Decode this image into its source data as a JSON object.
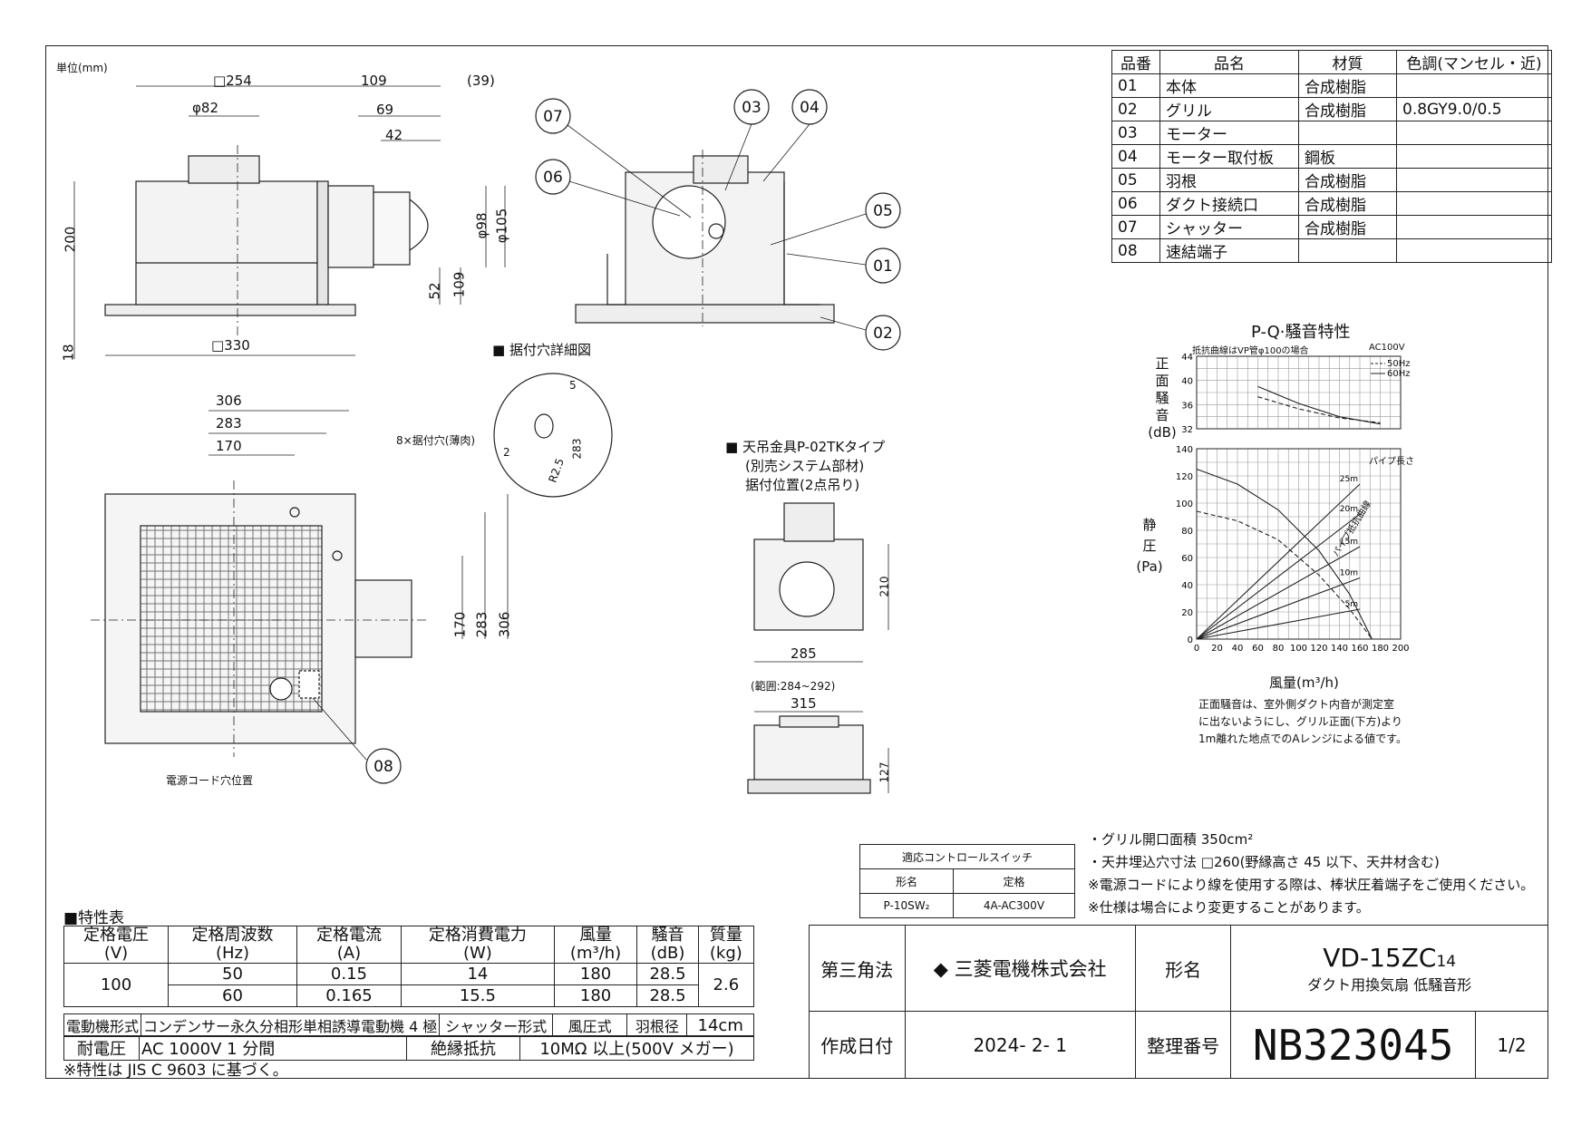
{
  "unit_label": "単位(mm)",
  "dims": {
    "top_254": "□254",
    "top_109": "109",
    "top_39": "(39)",
    "phi82": "φ82",
    "d69": "69",
    "d42": "42",
    "h200": "200",
    "phi98": "φ98",
    "phi105": "φ105",
    "d52": "52",
    "d109v": "109",
    "h18": "18",
    "sq330": "□330",
    "p306": "306",
    "p283": "283",
    "p170": "170",
    "holes": "8×据付穴(薄肉)",
    "v170": "170",
    "v283": "283",
    "v306": "306",
    "cord": "電源コード穴位置"
  },
  "callouts": [
    "07",
    "03",
    "04",
    "06",
    "05",
    "01",
    "02",
    "08"
  ],
  "detail": {
    "heading": "■ 据付穴詳細図",
    "d5": "5",
    "d2": "2",
    "d283": "283",
    "r25": "R2.5"
  },
  "hanger": {
    "l1": "■ 天吊金具P-02TKタイプ",
    "l2": "(別売システム部材)",
    "l3": "据付位置(2点吊り)",
    "d210": "210",
    "d285": "285",
    "range": "(範囲:284~292)",
    "d315": "315",
    "d127": "127"
  },
  "parts": {
    "headers": [
      "品番",
      "品名",
      "材質",
      "色調(マンセル・近)"
    ],
    "rows": [
      [
        "01",
        "本体",
        "合成樹脂",
        ""
      ],
      [
        "02",
        "グリル",
        "合成樹脂",
        "0.8GY9.0/0.5"
      ],
      [
        "03",
        "モーター",
        "",
        ""
      ],
      [
        "04",
        "モーター取付板",
        "鋼板",
        ""
      ],
      [
        "05",
        "羽根",
        "合成樹脂",
        ""
      ],
      [
        "06",
        "ダクト接続口",
        "合成樹脂",
        ""
      ],
      [
        "07",
        "シャッター",
        "合成樹脂",
        ""
      ],
      [
        "08",
        "速結端子",
        "",
        ""
      ]
    ]
  },
  "pq": {
    "title": "P-Q·騒音特性",
    "note_curve": "抵抗曲線はVP管φ100の場合",
    "voltage": "AC100V",
    "legend_50": "50Hz",
    "legend_60": "60Hz",
    "noise_label": [
      "正",
      "面",
      "騒",
      "音",
      "(dB)"
    ],
    "sp_label": [
      "静",
      "圧",
      "(Pa)"
    ],
    "pipe_len": "パイプ長さ",
    "resistance_label": "パイプ抵抗曲線",
    "xlabel": "風量(m³/h)",
    "note": [
      "正面騒音は、室外側ダクト内音が測定室",
      "に出ないようにし、グリル正面(下方)より",
      "1m離れた地点でのAレンジによる値です。"
    ]
  },
  "chart_data": [
    {
      "type": "line",
      "title": "",
      "xlabel": "",
      "ylabel": "正面騒音(dB)",
      "xlim": [
        0,
        200
      ],
      "ylim": [
        32,
        44
      ],
      "y_ticks": [
        32,
        36,
        40,
        44
      ],
      "series": [
        {
          "name": "50Hz",
          "style": "dashed",
          "x": [
            60,
            100,
            140,
            180
          ],
          "y": [
            37.3,
            35.3,
            33.8,
            33.0
          ]
        },
        {
          "name": "60Hz",
          "style": "solid",
          "x": [
            60,
            100,
            140,
            180
          ],
          "y": [
            39.0,
            36.2,
            34.0,
            32.8
          ]
        }
      ]
    },
    {
      "type": "line",
      "title": "",
      "xlabel": "風量(m³/h)",
      "ylabel": "静圧(Pa)",
      "xlim": [
        0,
        200
      ],
      "ylim": [
        0,
        140
      ],
      "x_ticks": [
        0,
        20,
        40,
        60,
        80,
        100,
        120,
        140,
        160,
        180,
        200
      ],
      "y_ticks": [
        0,
        20,
        40,
        60,
        80,
        100,
        120,
        140
      ],
      "series": [
        {
          "name": "60Hz",
          "style": "solid",
          "x": [
            0,
            40,
            80,
            120,
            150,
            172
          ],
          "y": [
            125,
            114,
            95,
            65,
            33,
            0
          ]
        },
        {
          "name": "50Hz",
          "style": "dashed",
          "x": [
            0,
            40,
            80,
            120,
            150,
            172
          ],
          "y": [
            94,
            87,
            73,
            47,
            22,
            0
          ]
        },
        {
          "name": "5m",
          "style": "solid",
          "x": [
            0,
            160
          ],
          "y": [
            0,
            22
          ]
        },
        {
          "name": "10m",
          "style": "solid",
          "x": [
            0,
            160
          ],
          "y": [
            0,
            45
          ]
        },
        {
          "name": "15m",
          "style": "solid",
          "x": [
            0,
            160
          ],
          "y": [
            0,
            68
          ]
        },
        {
          "name": "20m",
          "style": "solid",
          "x": [
            0,
            160
          ],
          "y": [
            0,
            92
          ]
        },
        {
          "name": "25m",
          "style": "solid",
          "x": [
            0,
            160
          ],
          "y": [
            0,
            114
          ]
        }
      ]
    }
  ],
  "notes_right": [
    "・グリル開口面積 350cm²",
    "・天井埋込穴寸法 □260(野縁高さ 45 以下、天井材含む)",
    "※電源コードにより線を使用する際は、棒状圧着端子をご使用ください。",
    "※仕様は場合により変更することがあります。"
  ],
  "control": {
    "title": "適応コントロールスイッチ",
    "h1": "形名",
    "h2": "定格",
    "v1": "P-10SW₂",
    "v2": "4A-AC300V"
  },
  "spec": {
    "heading": "■特性表",
    "headers": [
      [
        "定格電圧",
        "(V)"
      ],
      [
        "定格周波数",
        "(Hz)"
      ],
      [
        "定格電流",
        "(A)"
      ],
      [
        "定格消費電力",
        "(W)"
      ],
      [
        "風量",
        "(m³/h)"
      ],
      [
        "騒音",
        "(dB)"
      ],
      [
        "質量",
        "(kg)"
      ]
    ],
    "voltage": "100",
    "rows": [
      [
        "50",
        "0.15",
        "14",
        "180",
        "28.5"
      ],
      [
        "60",
        "0.165",
        "15.5",
        "180",
        "28.5"
      ]
    ],
    "mass": "2.6",
    "motor_label": "電動機形式",
    "motor": "コンデンサー永久分相形単相誘導電動機 4 極",
    "shutter_label": "シャッター形式",
    "shutter": "風圧式",
    "blade_label": "羽根径",
    "blade": "14cm",
    "withstand_label": "耐電圧",
    "withstand": "AC 1000V 1 分間",
    "insul_label": "絶縁抵抗",
    "insul": "10MΩ 以上(500V メガー)",
    "footnote": "※特性は JIS C 9603 に基づく。"
  },
  "title_block": {
    "projection": "第三角法",
    "company": "三菱電機株式会社",
    "model_label": "形名",
    "model": "VD-15ZC",
    "model_suffix": "14",
    "desc": "ダクト用換気扇 低騒音形",
    "date_label": "作成日付",
    "date": "2024- 2- 1",
    "num_label": "整理番号",
    "number": "NB323045",
    "page": "1/2"
  }
}
